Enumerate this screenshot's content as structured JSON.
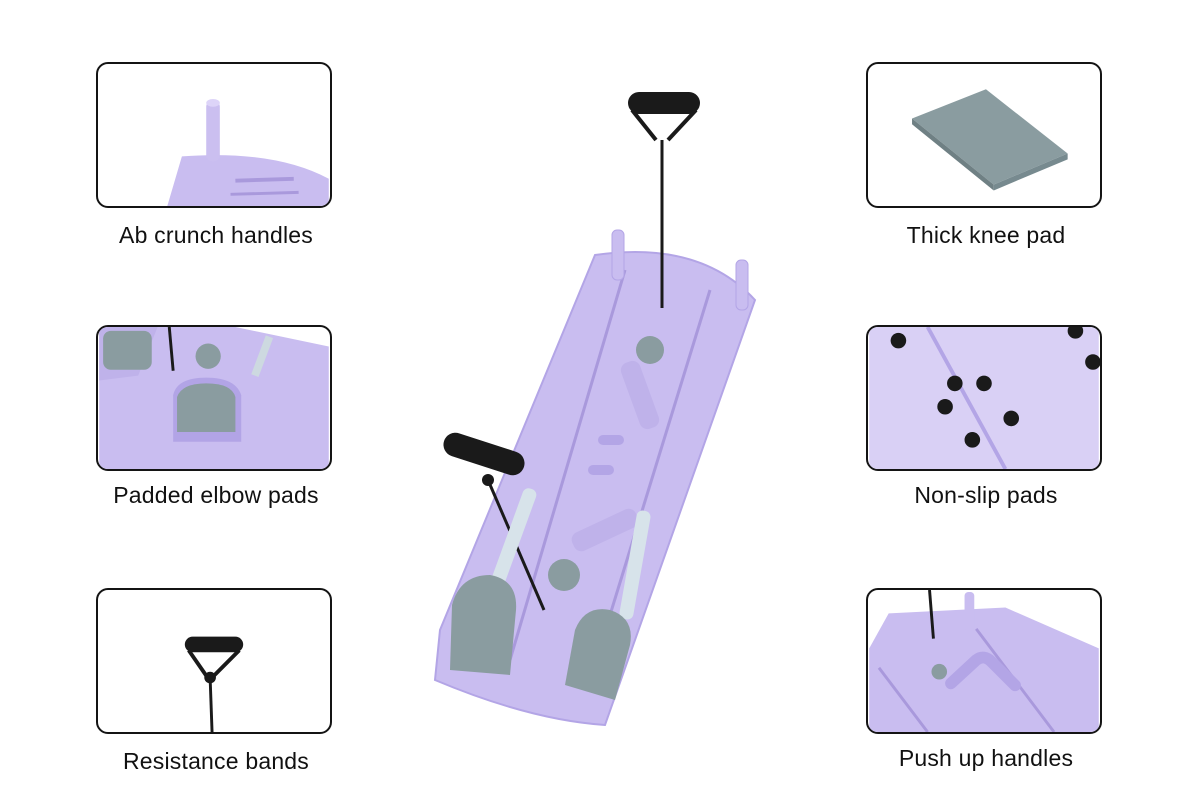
{
  "features": {
    "ab_crunch": "Ab crunch handles",
    "elbow_pads": "Padded elbow pads",
    "bands": "Resistance bands",
    "knee_pad": "Thick knee pad",
    "non_slip": "Non-slip pads",
    "push_up": "Push up handles"
  },
  "colors": {
    "board": "#c9bdf0",
    "board_shadow": "#a999dc",
    "pad": "#8a9ca0",
    "handle": "#1a1a1a",
    "border": "#141414"
  }
}
